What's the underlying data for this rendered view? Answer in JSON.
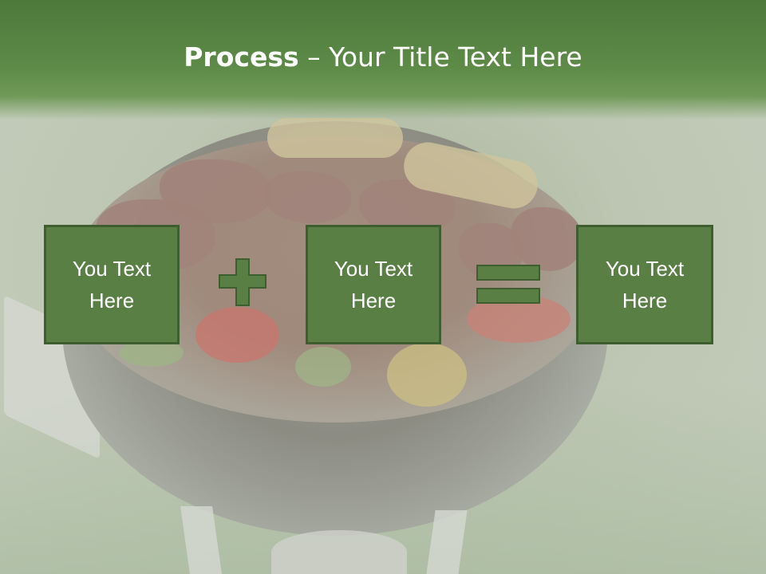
{
  "slide": {
    "title": {
      "bold": "Process",
      "rest": " – Your Title Text Here"
    },
    "boxes": [
      {
        "line1": "You Text",
        "line2": "Here"
      },
      {
        "line1": "You Text",
        "line2": "Here"
      },
      {
        "line1": "You Text",
        "line2": "Here"
      }
    ],
    "operators": [
      "plus-icon",
      "equals-icon"
    ],
    "colors": {
      "header": "#5d8a47",
      "box_fill": "#5a7f45",
      "box_border": "#3f5e30",
      "text": "#ffffff"
    }
  }
}
